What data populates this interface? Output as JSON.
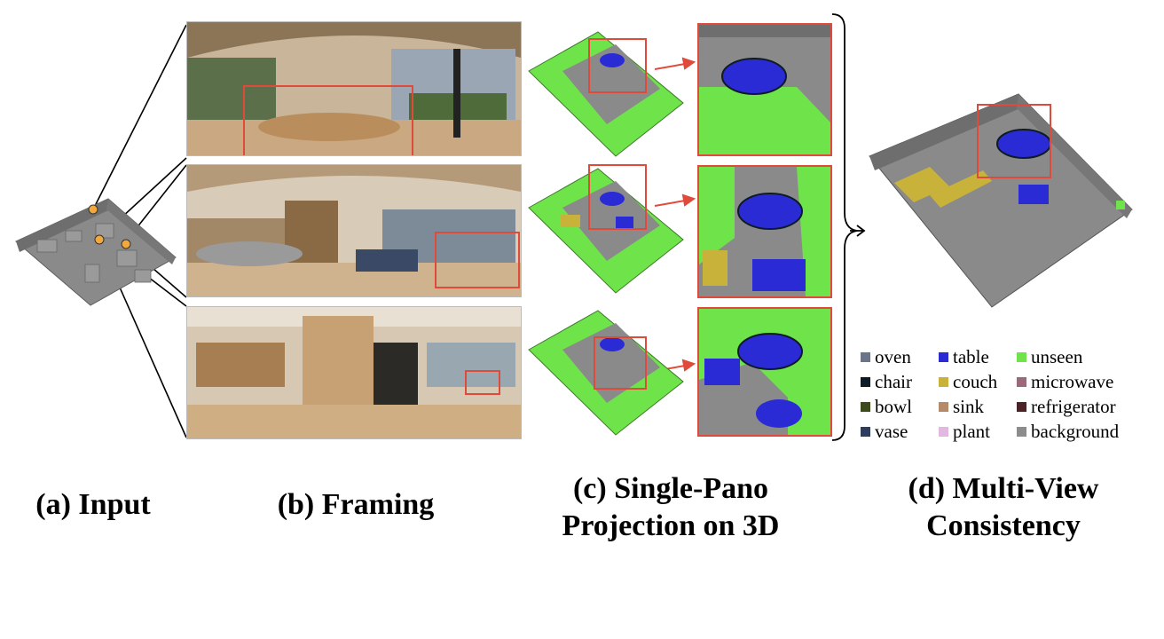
{
  "captions": {
    "input": "(a) Input",
    "framing": "(b) Framing",
    "projection_line1": "(c) Single-Pano",
    "projection_line2": "Projection on 3D",
    "consistency_line1": "(d) Multi-View",
    "consistency_line2": "Consistency"
  },
  "legend": [
    {
      "label": "oven",
      "color": "#6b7488"
    },
    {
      "label": "table",
      "color": "#2b2bd6"
    },
    {
      "label": "unseen",
      "color": "#6fe34a"
    },
    {
      "label": "chair",
      "color": "#0e1b24"
    },
    {
      "label": "couch",
      "color": "#c9b23a"
    },
    {
      "label": "microwave",
      "color": "#9a6a78"
    },
    {
      "label": "bowl",
      "color": "#3d4a1c"
    },
    {
      "label": "sink",
      "color": "#b58a6a"
    },
    {
      "label": "refrigerator",
      "color": "#4a2228"
    },
    {
      "label": "vase",
      "color": "#2f3d5c"
    },
    {
      "label": "plant",
      "color": "#e2b8e0"
    },
    {
      "label": "background",
      "color": "#8c8c8c"
    }
  ],
  "colors": {
    "highlight": "#e04a3a",
    "marker": "#f2a83a",
    "floor": "#8a8a8a",
    "wall": "#6e6e6e"
  }
}
